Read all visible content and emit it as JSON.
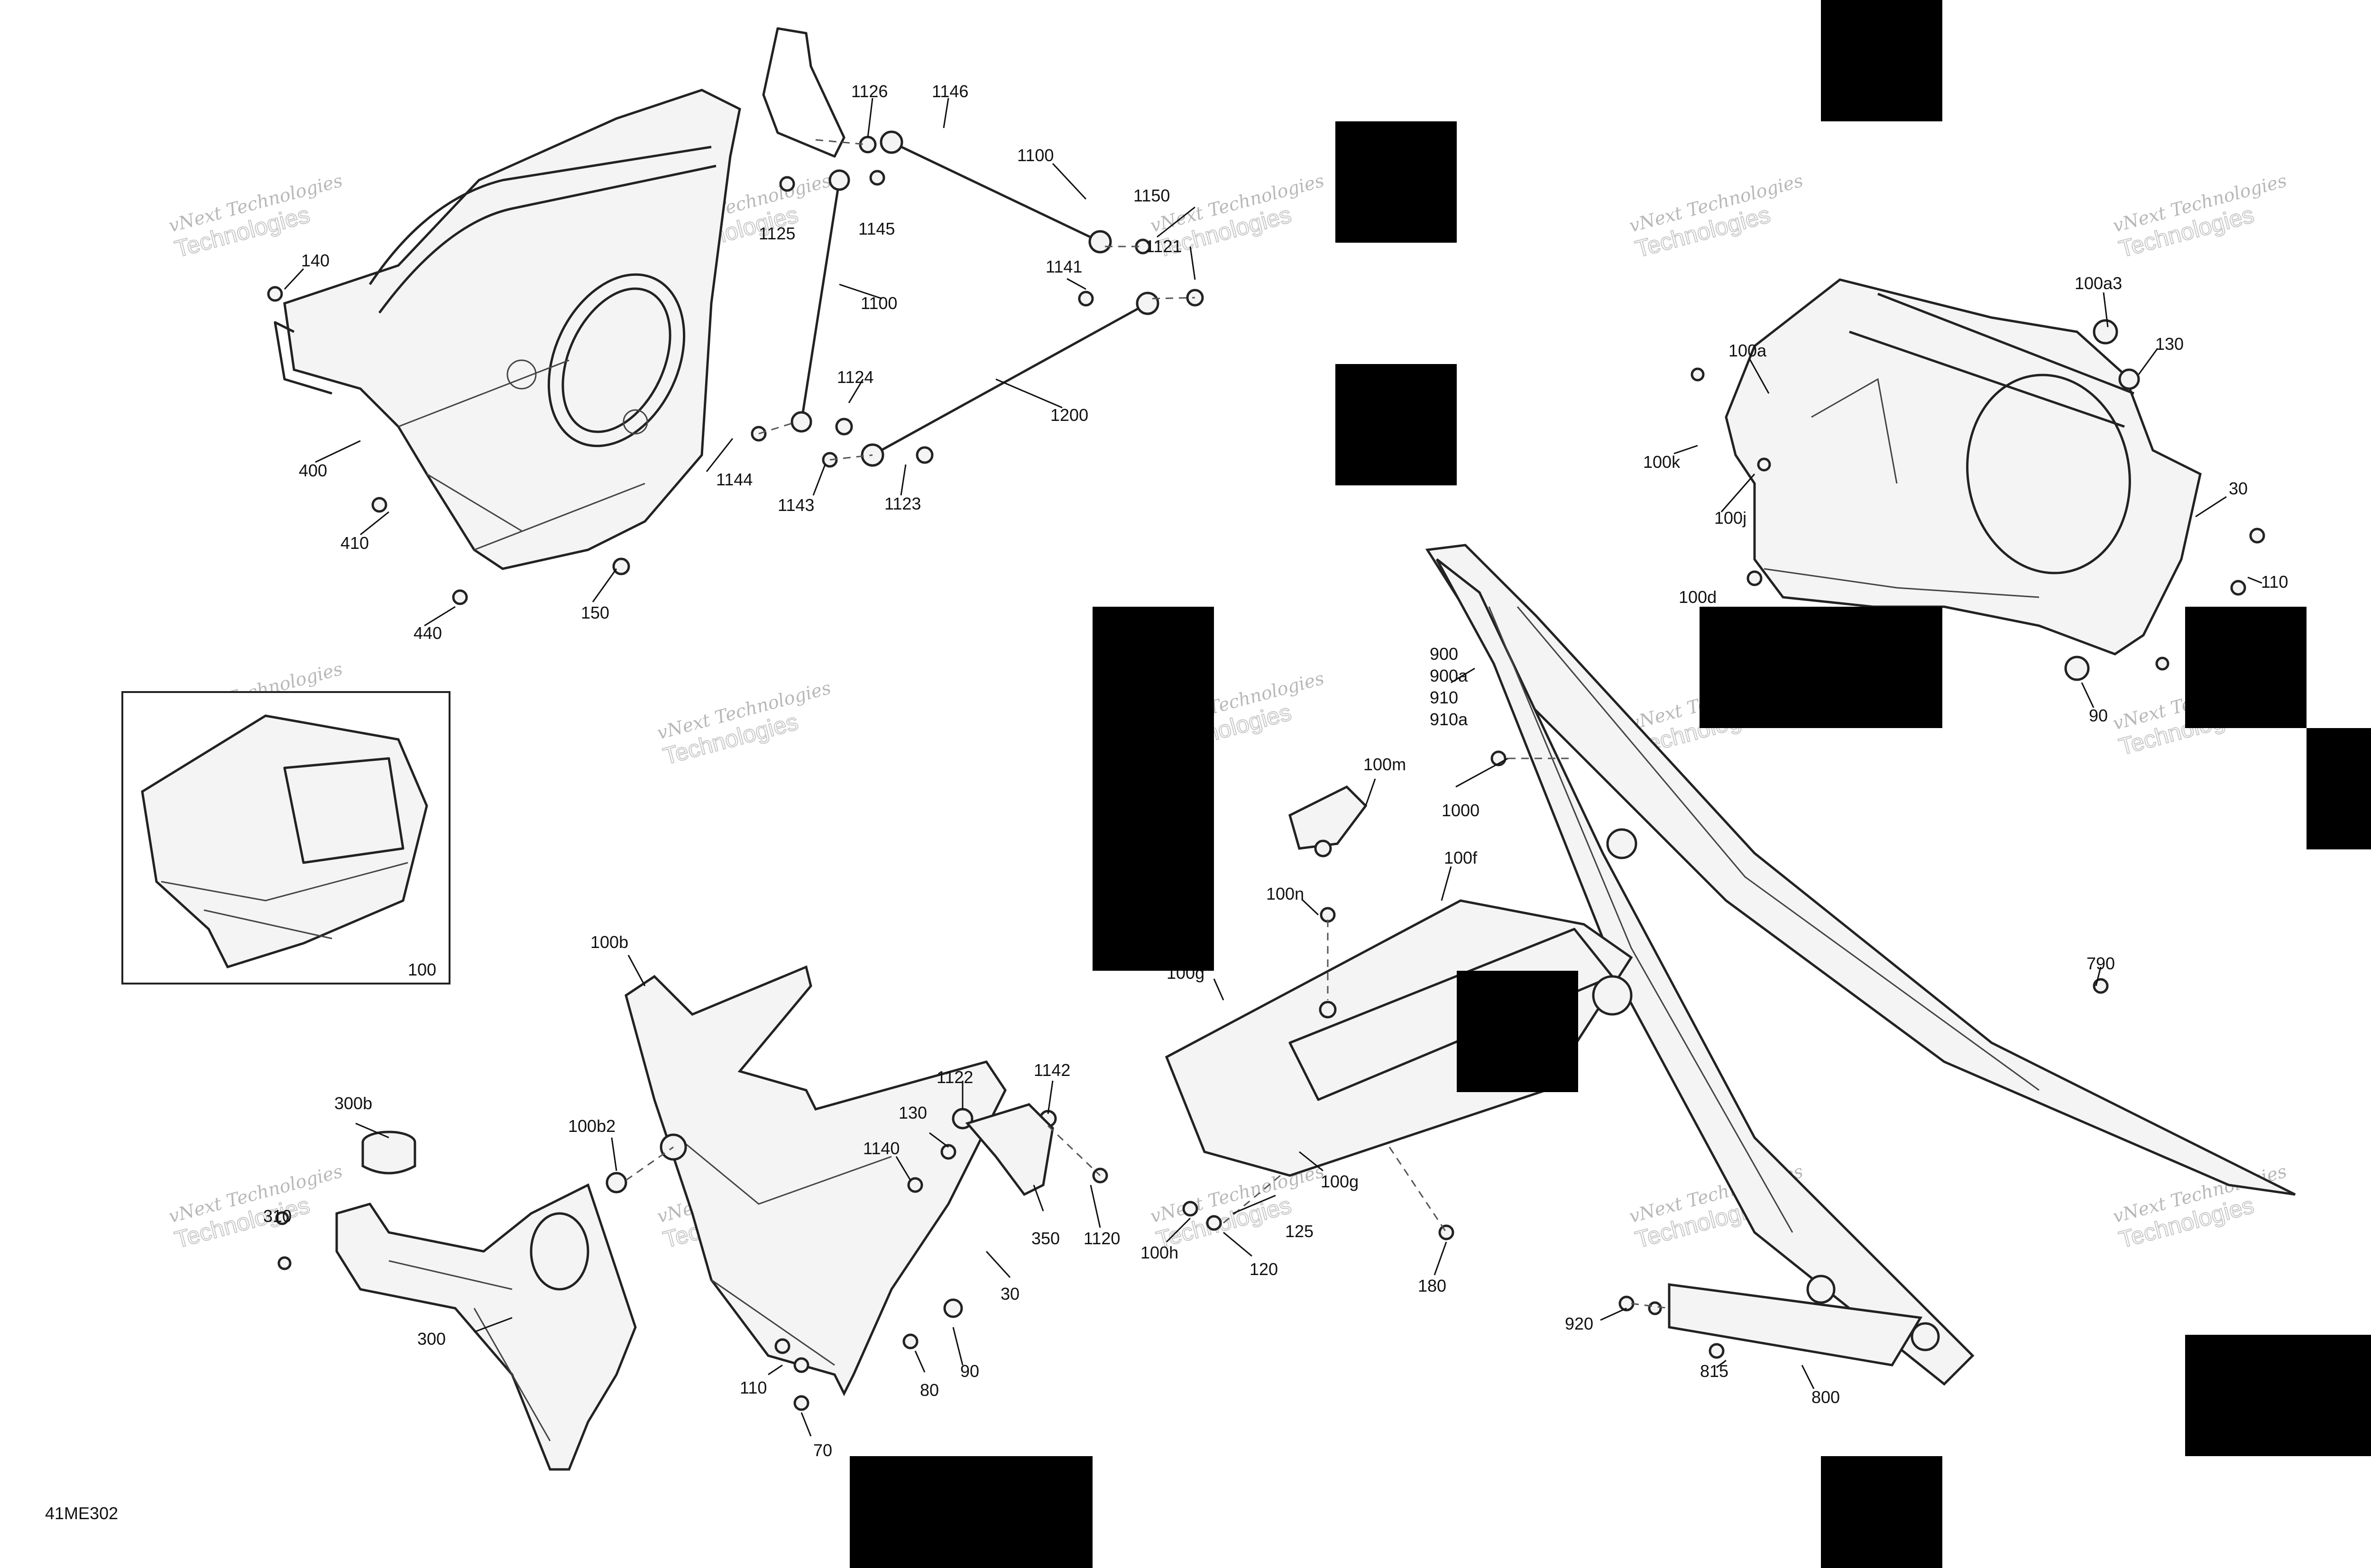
{
  "drawing_code": "41ME302",
  "watermark": {
    "line1": "vNext Technologies",
    "line2": "Technologies"
  },
  "inset_label": "100",
  "callouts": {
    "c1126": "1126",
    "c1146": "1146",
    "c1100a": "1100",
    "c1150": "1150",
    "c1125": "1125",
    "c1145": "1145",
    "c1121": "1121",
    "c1141": "1141",
    "c1100b": "1100",
    "c1124": "1124",
    "c1200": "1200",
    "c1144": "1144",
    "c1143": "1143",
    "c1123": "1123",
    "c140": "140",
    "c400": "400",
    "c410": "410",
    "c440": "440",
    "c150": "150",
    "c100a3": "100a3",
    "c130a": "130",
    "c100a": "100a",
    "c100k": "100k",
    "c100j": "100j",
    "c30a": "30",
    "c100d": "100d",
    "c110a": "110",
    "c90a": "90",
    "c900": "900",
    "c900a": "900a",
    "c910": "910",
    "c910a": "910a",
    "c1000": "1000",
    "c100m": "100m",
    "c100f": "100f",
    "c100n": "100n",
    "c100g1": "100g",
    "c100g2": "100g",
    "c790": "790",
    "c125": "125",
    "c100h": "100h",
    "c120": "120",
    "c180": "180",
    "c920": "920",
    "c815": "815",
    "c800": "800",
    "c100b": "100b",
    "c300b": "300b",
    "c100b2": "100b2",
    "c310": "310",
    "c300": "300",
    "c1122": "1122",
    "c1142": "1142",
    "c130b": "130",
    "c1140": "1140",
    "c350": "350",
    "c1120": "1120",
    "c30b": "30",
    "c110b": "110",
    "c80": "80",
    "c90b": "90",
    "c70": "70"
  }
}
